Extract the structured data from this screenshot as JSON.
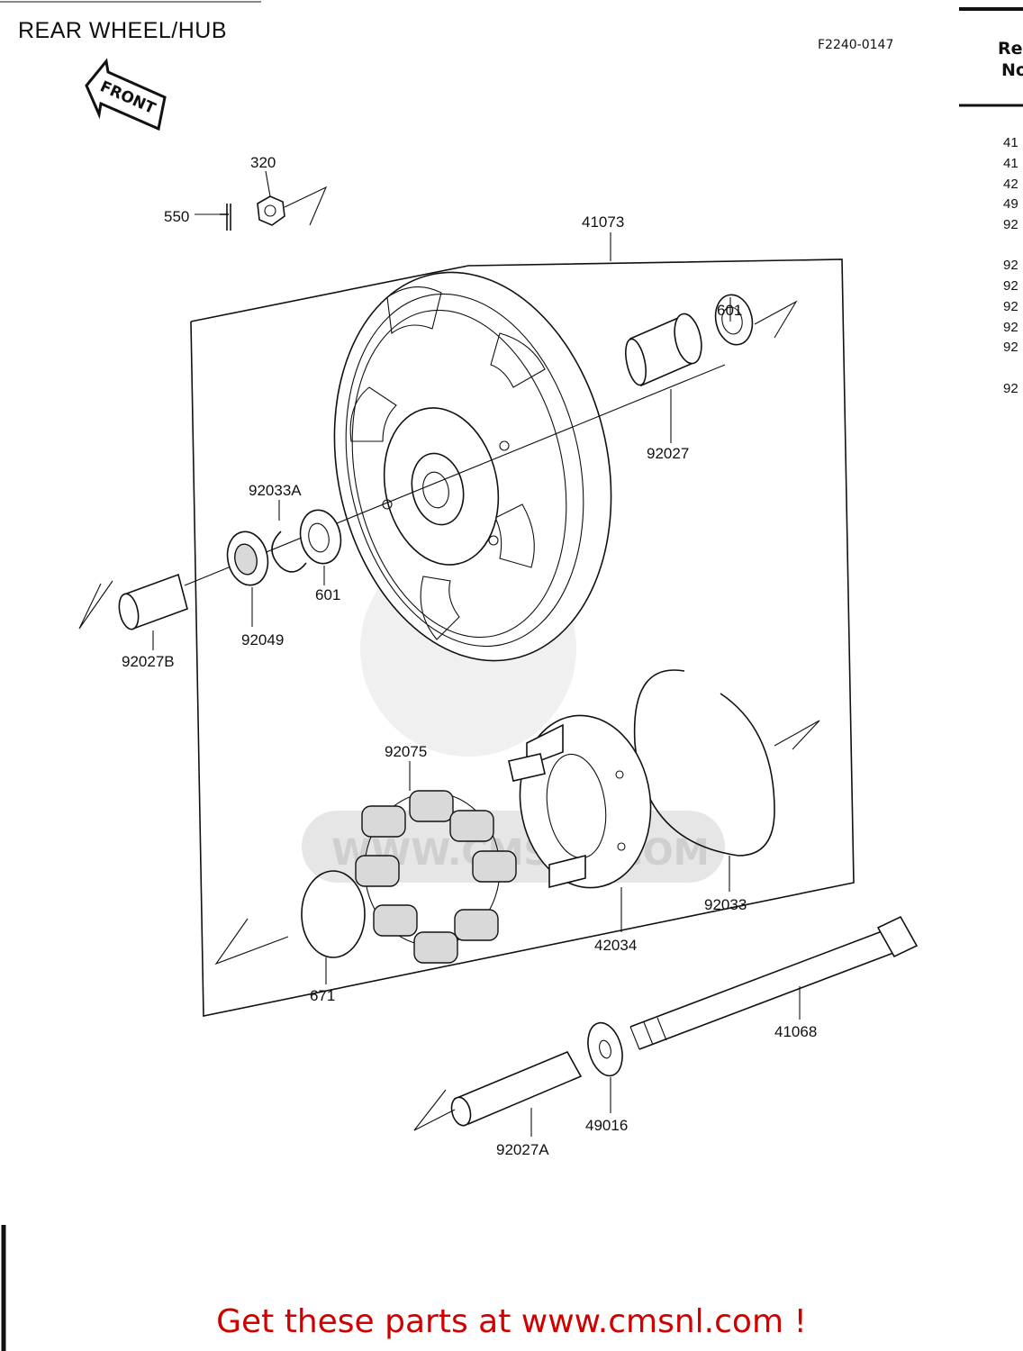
{
  "title": "REAR WHEEL/HUB",
  "diagram_code": "F2240-0147",
  "front_label": "FRONT",
  "footer": "Get these parts at www.cmsnl.com !",
  "watermark": "WWW.CMSNL.COM",
  "right_table": {
    "header_line1": "Re",
    "header_line2": "No",
    "rows": [
      "41",
      "41",
      "42",
      "49",
      "92",
      "92",
      "92",
      "92",
      "92",
      "92",
      "92"
    ]
  },
  "callouts": {
    "p320": "320",
    "p550": "550",
    "p41073": "41073",
    "p601_top": "601",
    "p92027": "92027",
    "p92033A": "92033A",
    "p601_left": "601",
    "p92049": "92049",
    "p92027B": "92027B",
    "p92075": "92075",
    "p92033": "92033",
    "p42034": "42034",
    "p671": "671",
    "p41068": "41068",
    "p49016": "49016",
    "p92027A": "92027A"
  },
  "colors": {
    "footer": "#d00000",
    "line": "#111111",
    "watermark": "#e6e6e6"
  }
}
